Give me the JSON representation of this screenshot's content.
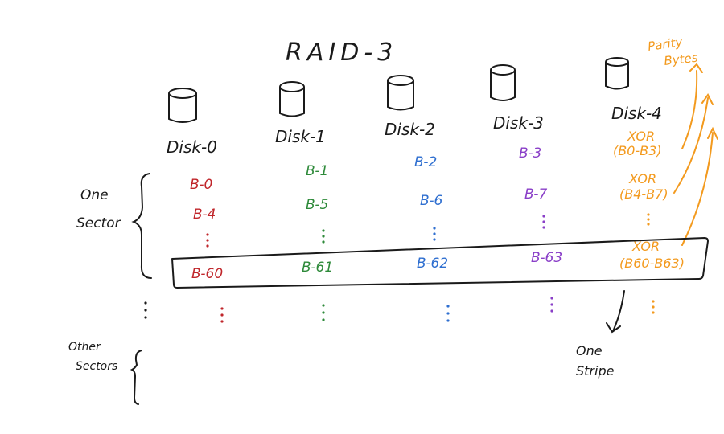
{
  "title": "RAID-3",
  "colors": {
    "ink": "#1a1a1a",
    "disk0": "#c0262b",
    "disk1": "#2e8a3a",
    "disk2": "#2f6fd0",
    "disk3": "#8a3fc8",
    "parity": "#f39a1e"
  },
  "disks": [
    {
      "label": "Disk-0",
      "blocks": [
        "B-0",
        "B-4",
        "B-60"
      ],
      "color_key": "disk0"
    },
    {
      "label": "Disk-1",
      "blocks": [
        "B-1",
        "B-5",
        "B-61"
      ],
      "color_key": "disk1"
    },
    {
      "label": "Disk-2",
      "blocks": [
        "B-2",
        "B-6",
        "B-62"
      ],
      "color_key": "disk2"
    },
    {
      "label": "Disk-3",
      "blocks": [
        "B-3",
        "B-7",
        "B-63"
      ],
      "color_key": "disk3"
    },
    {
      "label": "Disk-4",
      "parity": [
        {
          "op": "XOR",
          "range": "(B0-B3)"
        },
        {
          "op": "XOR",
          "range": "(B4-B7)"
        },
        {
          "op": "XOR",
          "range": "(B60-B63)"
        }
      ],
      "color_key": "parity"
    }
  ],
  "annotations": {
    "parity_bytes": [
      "Parity",
      "Bytes"
    ],
    "one_sector": [
      "One",
      "Sector"
    ],
    "other_sectors": [
      "Other",
      "Sectors"
    ],
    "one_stripe": [
      "One",
      "Stripe"
    ]
  },
  "icons": [
    "disk-cylinder-icon"
  ]
}
